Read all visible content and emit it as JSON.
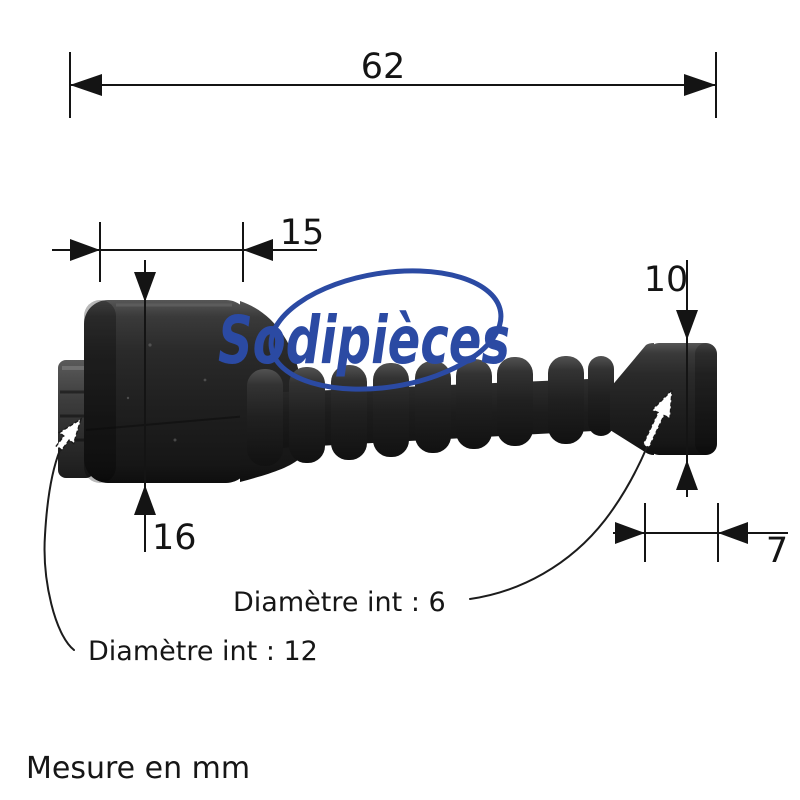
{
  "image": {
    "background": "#ffffff",
    "annotation_color": "#141414"
  },
  "watermark": {
    "brand": "Sodipièces",
    "color": "#2b4aa3"
  },
  "part": {
    "name": "black-rubber-bellows-grommet",
    "color": "#1e1e1e"
  },
  "dimensions": {
    "total_length": "62",
    "left_body_length": "15",
    "left_body_diameter": "16",
    "right_end_diameter": "10",
    "right_end_length": "7"
  },
  "callouts": {
    "left_inner_diameter": "Diamètre int : 12",
    "right_inner_diameter": "Diamètre int : 6"
  },
  "footer": {
    "units_note": "Mesure en mm"
  }
}
